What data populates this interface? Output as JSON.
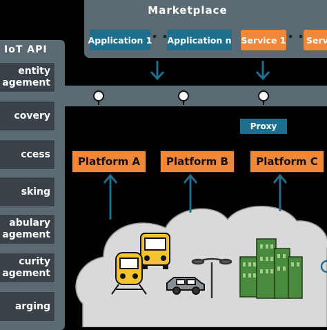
{
  "marketplace": {
    "title": "Marketplace",
    "items": [
      {
        "label": "Application 1",
        "kind": "application"
      },
      {
        "label": "Application n",
        "kind": "application"
      },
      {
        "label": "Service 1",
        "kind": "service"
      },
      {
        "label": "Serv",
        "kind": "service"
      }
    ],
    "ellipsis": "• • •"
  },
  "iot_api": {
    "title": "IoT API",
    "items": [
      {
        "line1": "entity",
        "line2": "agement"
      },
      {
        "line1": "covery",
        "line2": ""
      },
      {
        "line1": "ccess",
        "line2": ""
      },
      {
        "line1": "sking",
        "line2": ""
      },
      {
        "line1": "abulary",
        "line2": "agement"
      },
      {
        "line1": "curity",
        "line2": "agement"
      },
      {
        "line1": "arging",
        "line2": ""
      }
    ]
  },
  "proxy": {
    "label": "Proxy"
  },
  "platforms": [
    "Platform A",
    "Platform B",
    "Platform C"
  ],
  "colors": {
    "background": "#000000",
    "panel": "#5b6a72",
    "application": "#1e6f8e",
    "service": "#f0883a",
    "platform": "#f0883a",
    "arrow": "#1e6f8e",
    "cloud": "#d9d9d9",
    "building": "#4a8a3c"
  },
  "icons": [
    "train-icon",
    "bus-icon",
    "car-icon",
    "street-lamp-icon",
    "buildings-icon"
  ]
}
